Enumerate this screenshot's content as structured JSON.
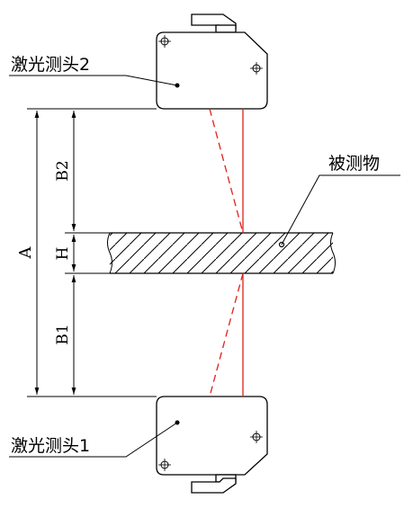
{
  "labels": {
    "sensor_top": "激光测头2",
    "sensor_bottom": "激光测头1",
    "object": "被测物",
    "dim_a": "A",
    "dim_b2": "B2",
    "dim_h": "H",
    "dim_b1": "B1"
  },
  "colors": {
    "line": "#000000",
    "laser": "#e0201c",
    "background": "#ffffff"
  }
}
